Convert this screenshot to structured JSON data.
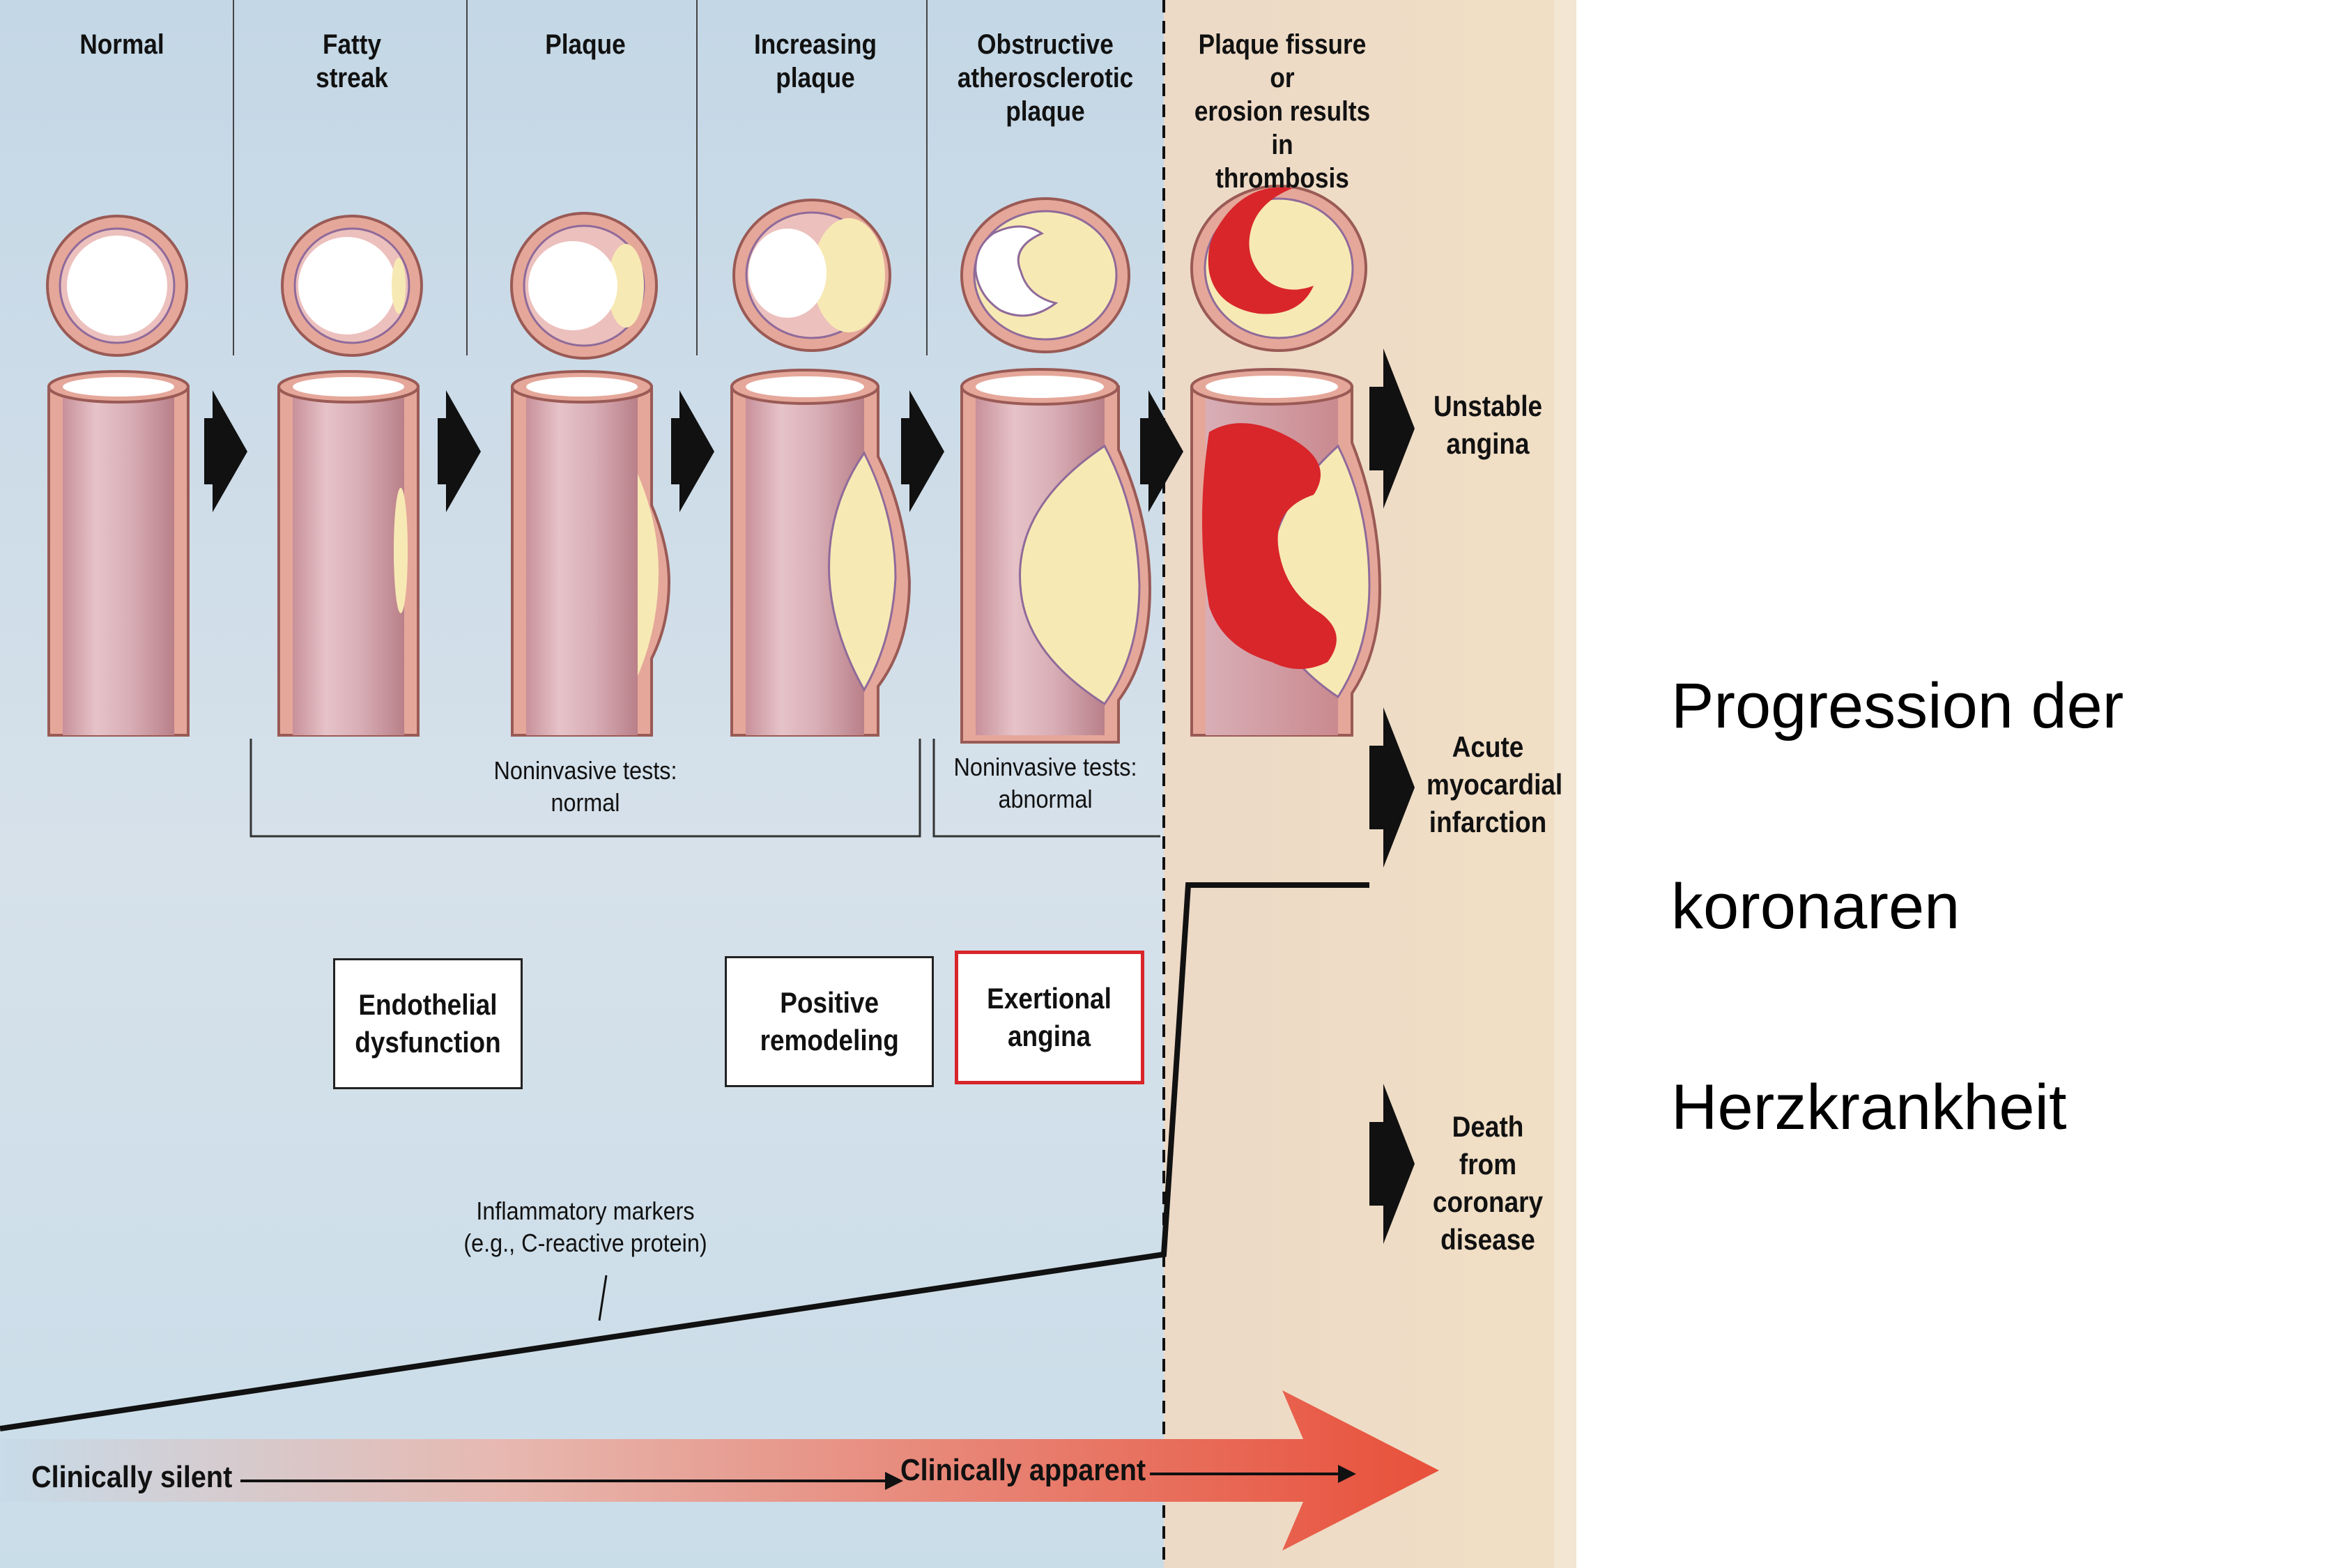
{
  "stages": [
    {
      "label": "Normal"
    },
    {
      "label": "Fatty\nstreak"
    },
    {
      "label": "Plaque"
    },
    {
      "label": "Increasing\nplaque"
    },
    {
      "label": "Obstructive\natherosclerotic\nplaque"
    },
    {
      "label": "Plaque fissure or\nerosion results in\nthrombosis"
    }
  ],
  "outcomes": [
    {
      "label": "Unstable\nangina"
    },
    {
      "label": "Acute\nmyocardial\ninfarction"
    },
    {
      "label": "Death from\ncoronary\ndisease"
    }
  ],
  "noninvasive": {
    "normal": "Noninvasive tests:\nnormal",
    "abnormal": "Noninvasive tests:\nabnormal"
  },
  "boxes": {
    "endothelial": "Endothelial\ndysfunction",
    "remodeling": "Positive\nremodeling",
    "exertional": "Exertional\nangina"
  },
  "inflammatory": "Inflammatory markers\n(e.g., C-reactive protein)",
  "timeline": {
    "silent": "Clinically silent",
    "apparent": "Clinically apparent"
  },
  "caption": {
    "line1": "Progression der",
    "line2": "koronaren",
    "line3": "Herzkrankheit"
  },
  "colors": {
    "vessel_wall": "#e5a79a",
    "vessel_lumen": "#d7aab2",
    "plaque": "#f7e9b4",
    "thrombus": "#d8262b",
    "apparent_bg": "#efdcc4",
    "silent_bg": "#c9dbe7",
    "timeline_arrow": "#e8503a"
  }
}
